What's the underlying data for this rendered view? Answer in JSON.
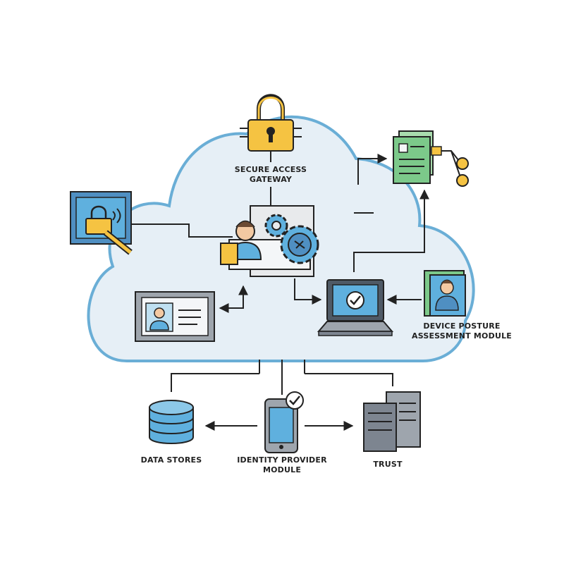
{
  "labels": {
    "gateway": "SECURE ACCESS\nGATEWAY",
    "device_posture": "DEVICE POSTURE\nASSESSMENT MODULE",
    "data_stores": "DATA STORES",
    "identity_provider": "IDENTITY PROVIDER\nMODULE",
    "trust": "TRUST"
  },
  "colors": {
    "cloud_fill": "#e6eff6",
    "cloud_stroke": "#6aaed6",
    "lock_yellow": "#f5c342",
    "screen_blue": "#5fb0de",
    "doc_green": "#7cc98a",
    "server_gray": "#7d8590",
    "outline": "#222222"
  },
  "icons": [
    "padlock-icon",
    "access-panel-icon",
    "admin-gears-icon",
    "id-card-icon",
    "laptop-check-icon",
    "user-profile-book-icon",
    "documents-network-icon",
    "database-icon",
    "smartphone-check-icon",
    "server-rack-icon"
  ]
}
